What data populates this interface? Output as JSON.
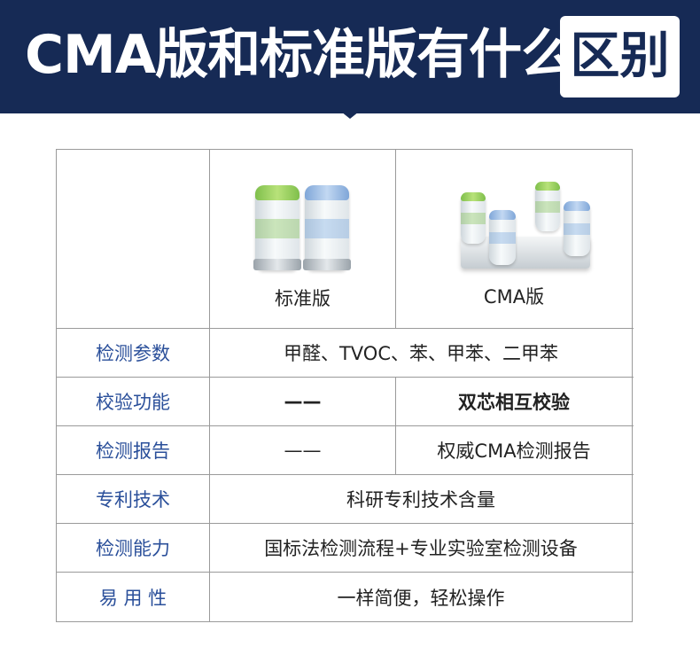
{
  "banner": {
    "title": "CMA版和标准版有什么",
    "badge": "区别"
  },
  "table": {
    "header": {
      "standard_label": "标准版",
      "cma_label": "CMA版"
    },
    "rows": [
      {
        "label": "检测参数",
        "shared": "甲醛、TVOC、苯、甲苯、二甲苯"
      },
      {
        "label": "校验功能",
        "standard": "——",
        "cma": "双芯相互校验"
      },
      {
        "label": "检测报告",
        "standard": "——",
        "cma": "权威CMA检测报告"
      },
      {
        "label": "专利技术",
        "shared": "科研专利技术含量"
      },
      {
        "label": "检测能力",
        "shared": "国标法检测流程+专业实验室检测设备"
      },
      {
        "label": "易 用 性",
        "shared": "一样简便，轻松操作"
      }
    ]
  },
  "colors": {
    "banner": "#162a55",
    "label_text": "#2a4f9a",
    "grid": "#9a9a9a"
  }
}
